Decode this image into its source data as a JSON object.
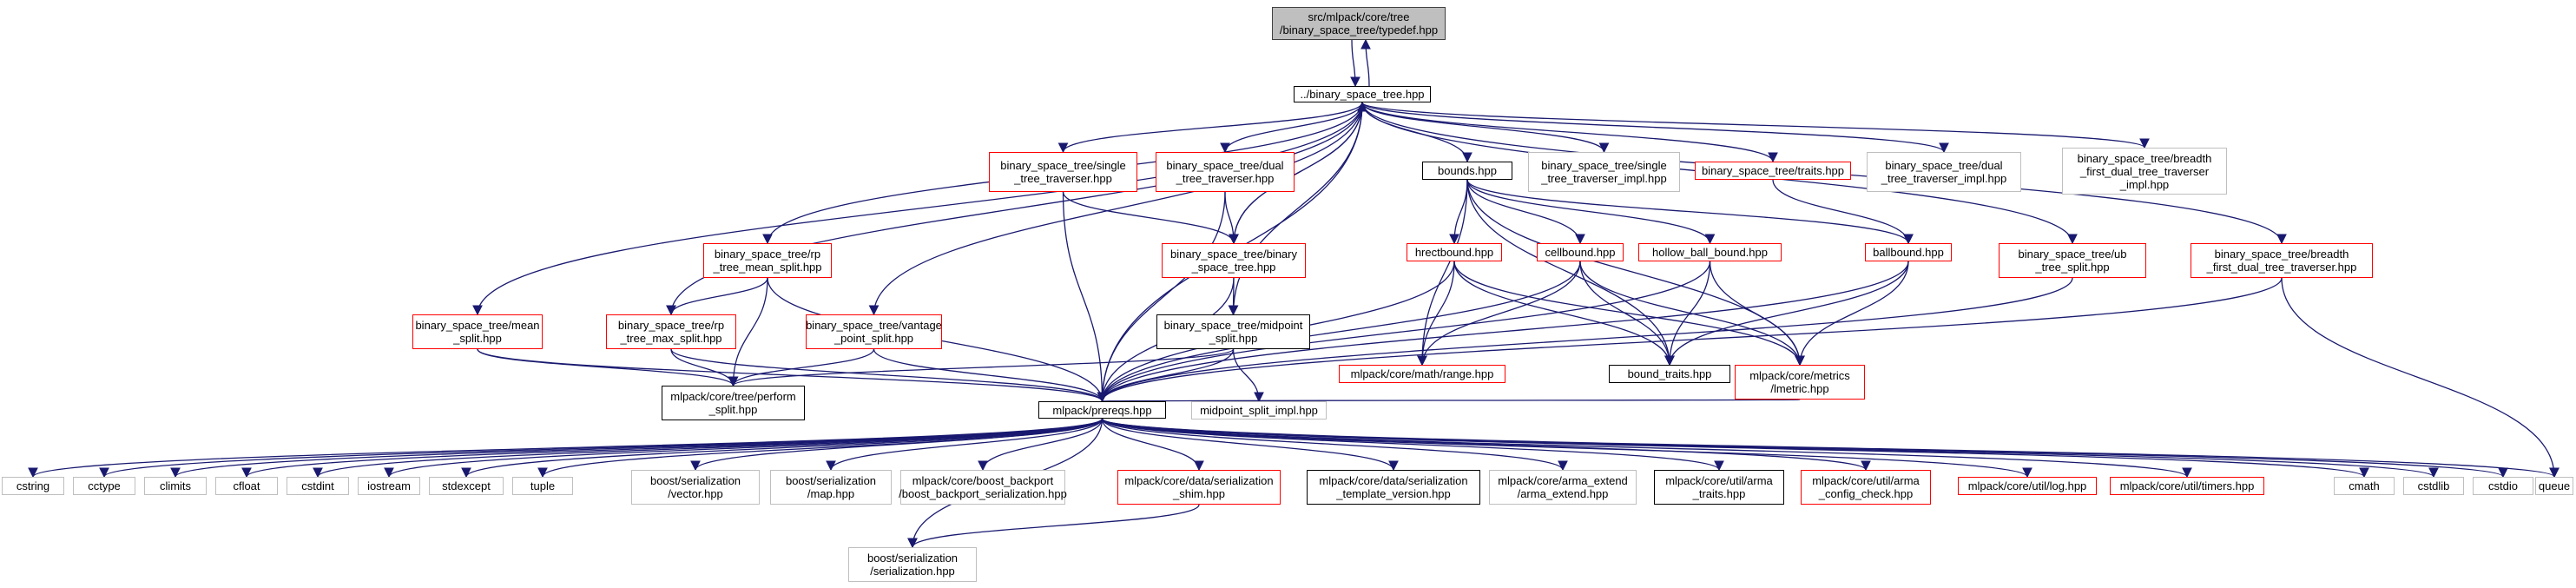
{
  "colors": {
    "edge": "#191970",
    "red_border": "#ff0000",
    "gray_border": "#bfbfbf",
    "black_border": "#000000",
    "root_fill": "#bfbfbf"
  },
  "nodes": [
    {
      "id": "root",
      "label": "src/mlpack/core/tree\n/binary_space_tree/typedef.hpp",
      "style": "root"
    },
    {
      "id": "bst",
      "label": "../binary_space_tree.hpp",
      "style": "black"
    },
    {
      "id": "single_trav",
      "label": "binary_space_tree/single\n_tree_traverser.hpp",
      "style": "red"
    },
    {
      "id": "dual_trav",
      "label": "binary_space_tree/dual\n_tree_traverser.hpp",
      "style": "red"
    },
    {
      "id": "bounds",
      "label": "bounds.hpp",
      "style": "black"
    },
    {
      "id": "single_impl",
      "label": "binary_space_tree/single\n_tree_traverser_impl.hpp",
      "style": "gray"
    },
    {
      "id": "traits",
      "label": "binary_space_tree/traits.hpp",
      "style": "red"
    },
    {
      "id": "dual_impl",
      "label": "binary_space_tree/dual\n_tree_traverser_impl.hpp",
      "style": "gray"
    },
    {
      "id": "bf_impl",
      "label": "binary_space_tree/breadth\n_first_dual_tree_traverser\n_impl.hpp",
      "style": "gray"
    },
    {
      "id": "rp_mean",
      "label": "binary_space_tree/rp\n_tree_mean_split.hpp",
      "style": "red"
    },
    {
      "id": "bst_inner",
      "label": "binary_space_tree/binary\n_space_tree.hpp",
      "style": "red"
    },
    {
      "id": "hrect",
      "label": "hrectbound.hpp",
      "style": "red"
    },
    {
      "id": "cellbound",
      "label": "cellbound.hpp",
      "style": "red"
    },
    {
      "id": "hollow",
      "label": "hollow_ball_bound.hpp",
      "style": "red"
    },
    {
      "id": "ballbound",
      "label": "ballbound.hpp",
      "style": "red"
    },
    {
      "id": "ub_split",
      "label": "binary_space_tree/ub\n_tree_split.hpp",
      "style": "red"
    },
    {
      "id": "bf_trav",
      "label": "binary_space_tree/breadth\n_first_dual_tree_traverser.hpp",
      "style": "red"
    },
    {
      "id": "mean_split",
      "label": "binary_space_tree/mean\n_split.hpp",
      "style": "red"
    },
    {
      "id": "rp_max",
      "label": "binary_space_tree/rp\n_tree_max_split.hpp",
      "style": "red"
    },
    {
      "id": "vantage",
      "label": "binary_space_tree/vantage\n_point_split.hpp",
      "style": "red"
    },
    {
      "id": "midpoint",
      "label": "binary_space_tree/midpoint\n_split.hpp",
      "style": "black"
    },
    {
      "id": "range",
      "label": "mlpack/core/math/range.hpp",
      "style": "red"
    },
    {
      "id": "bound_traits",
      "label": "bound_traits.hpp",
      "style": "black"
    },
    {
      "id": "lmetric",
      "label": "mlpack/core/metrics\n/lmetric.hpp",
      "style": "red"
    },
    {
      "id": "perform",
      "label": "mlpack/core/tree/perform\n_split.hpp",
      "style": "black"
    },
    {
      "id": "prereqs",
      "label": "mlpack/prereqs.hpp",
      "style": "black"
    },
    {
      "id": "midpoint_impl",
      "label": "midpoint_split_impl.hpp",
      "style": "gray"
    },
    {
      "id": "cstring",
      "label": "cstring",
      "style": "gray"
    },
    {
      "id": "cctype",
      "label": "cctype",
      "style": "gray"
    },
    {
      "id": "climits",
      "label": "climits",
      "style": "gray"
    },
    {
      "id": "cfloat",
      "label": "cfloat",
      "style": "gray"
    },
    {
      "id": "cstdint",
      "label": "cstdint",
      "style": "gray"
    },
    {
      "id": "iostream",
      "label": "iostream",
      "style": "gray"
    },
    {
      "id": "stdexcept",
      "label": "stdexcept",
      "style": "gray"
    },
    {
      "id": "tuple",
      "label": "tuple",
      "style": "gray"
    },
    {
      "id": "bs_vector",
      "label": "boost/serialization\n/vector.hpp",
      "style": "gray"
    },
    {
      "id": "bs_map",
      "label": "boost/serialization\n/map.hpp",
      "style": "gray"
    },
    {
      "id": "backport",
      "label": "mlpack/core/boost_backport\n/boost_backport_serialization.hpp",
      "style": "gray"
    },
    {
      "id": "shim",
      "label": "mlpack/core/data/serialization\n_shim.hpp",
      "style": "red"
    },
    {
      "id": "template_ver",
      "label": "mlpack/core/data/serialization\n_template_version.hpp",
      "style": "black"
    },
    {
      "id": "arma_extend",
      "label": "mlpack/core/arma_extend\n/arma_extend.hpp",
      "style": "gray"
    },
    {
      "id": "arma_traits",
      "label": "mlpack/core/util/arma\n_traits.hpp",
      "style": "black"
    },
    {
      "id": "arma_config",
      "label": "mlpack/core/util/arma\n_config_check.hpp",
      "style": "red"
    },
    {
      "id": "log",
      "label": "mlpack/core/util/log.hpp",
      "style": "red"
    },
    {
      "id": "timers",
      "label": "mlpack/core/util/timers.hpp",
      "style": "red"
    },
    {
      "id": "cmath",
      "label": "cmath",
      "style": "gray"
    },
    {
      "id": "cstdlib",
      "label": "cstdlib",
      "style": "gray"
    },
    {
      "id": "cstdio",
      "label": "cstdio",
      "style": "gray"
    },
    {
      "id": "queue",
      "label": "queue",
      "style": "gray"
    },
    {
      "id": "bs_serialization",
      "label": "boost/serialization\n/serialization.hpp",
      "style": "gray"
    }
  ],
  "edges": [
    [
      "root",
      "bst"
    ],
    [
      "bst",
      "root"
    ],
    [
      "bst",
      "single_trav"
    ],
    [
      "bst",
      "dual_trav"
    ],
    [
      "bst",
      "bounds"
    ],
    [
      "bst",
      "single_impl"
    ],
    [
      "bst",
      "traits"
    ],
    [
      "bst",
      "dual_impl"
    ],
    [
      "bst",
      "bf_impl"
    ],
    [
      "bst",
      "rp_mean"
    ],
    [
      "bst",
      "bst_inner"
    ],
    [
      "bst",
      "ub_split"
    ],
    [
      "bst",
      "bf_trav"
    ],
    [
      "bst",
      "mean_split"
    ],
    [
      "bst",
      "rp_max"
    ],
    [
      "bst",
      "vantage"
    ],
    [
      "bst",
      "midpoint"
    ],
    [
      "bst",
      "prereqs"
    ],
    [
      "single_trav",
      "bst_inner"
    ],
    [
      "single_trav",
      "prereqs"
    ],
    [
      "dual_trav",
      "bst_inner"
    ],
    [
      "dual_trav",
      "prereqs"
    ],
    [
      "bst_inner",
      "bst"
    ],
    [
      "bst_inner",
      "midpoint"
    ],
    [
      "bst_inner",
      "prereqs"
    ],
    [
      "bounds",
      "hrect"
    ],
    [
      "bounds",
      "cellbound"
    ],
    [
      "bounds",
      "hollow"
    ],
    [
      "bounds",
      "ballbound"
    ],
    [
      "bounds",
      "range"
    ],
    [
      "bounds",
      "bound_traits"
    ],
    [
      "bounds",
      "lmetric"
    ],
    [
      "traits",
      "ballbound"
    ],
    [
      "hrect",
      "range"
    ],
    [
      "hrect",
      "lmetric"
    ],
    [
      "hrect",
      "bound_traits"
    ],
    [
      "hrect",
      "prereqs"
    ],
    [
      "cellbound",
      "range"
    ],
    [
      "cellbound",
      "lmetric"
    ],
    [
      "cellbound",
      "bound_traits"
    ],
    [
      "cellbound",
      "prereqs"
    ],
    [
      "hollow",
      "lmetric"
    ],
    [
      "hollow",
      "bound_traits"
    ],
    [
      "hollow",
      "prereqs"
    ],
    [
      "ballbound",
      "lmetric"
    ],
    [
      "ballbound",
      "bound_traits"
    ],
    [
      "ballbound",
      "prereqs"
    ],
    [
      "ub_split",
      "prereqs"
    ],
    [
      "bf_trav",
      "prereqs"
    ],
    [
      "bf_trav",
      "queue"
    ],
    [
      "rp_mean",
      "rp_max"
    ],
    [
      "rp_mean",
      "perform"
    ],
    [
      "rp_mean",
      "prereqs"
    ],
    [
      "rp_max",
      "perform"
    ],
    [
      "rp_max",
      "prereqs"
    ],
    [
      "mean_split",
      "perform"
    ],
    [
      "mean_split",
      "prereqs"
    ],
    [
      "vantage",
      "perform"
    ],
    [
      "vantage",
      "prereqs"
    ],
    [
      "midpoint",
      "perform"
    ],
    [
      "midpoint",
      "prereqs"
    ],
    [
      "midpoint",
      "midpoint_impl"
    ],
    [
      "lmetric",
      "prereqs"
    ],
    [
      "prereqs",
      "cstring"
    ],
    [
      "prereqs",
      "cctype"
    ],
    [
      "prereqs",
      "climits"
    ],
    [
      "prereqs",
      "cfloat"
    ],
    [
      "prereqs",
      "cstdint"
    ],
    [
      "prereqs",
      "iostream"
    ],
    [
      "prereqs",
      "stdexcept"
    ],
    [
      "prereqs",
      "tuple"
    ],
    [
      "prereqs",
      "bs_vector"
    ],
    [
      "prereqs",
      "bs_map"
    ],
    [
      "prereqs",
      "backport"
    ],
    [
      "prereqs",
      "shim"
    ],
    [
      "prereqs",
      "template_ver"
    ],
    [
      "prereqs",
      "arma_extend"
    ],
    [
      "prereqs",
      "arma_traits"
    ],
    [
      "prereqs",
      "arma_config"
    ],
    [
      "prereqs",
      "log"
    ],
    [
      "prereqs",
      "timers"
    ],
    [
      "prereqs",
      "cmath"
    ],
    [
      "prereqs",
      "cstdlib"
    ],
    [
      "prereqs",
      "cstdio"
    ],
    [
      "prereqs",
      "queue"
    ],
    [
      "prereqs",
      "bs_serialization"
    ],
    [
      "shim",
      "bs_serialization"
    ]
  ]
}
